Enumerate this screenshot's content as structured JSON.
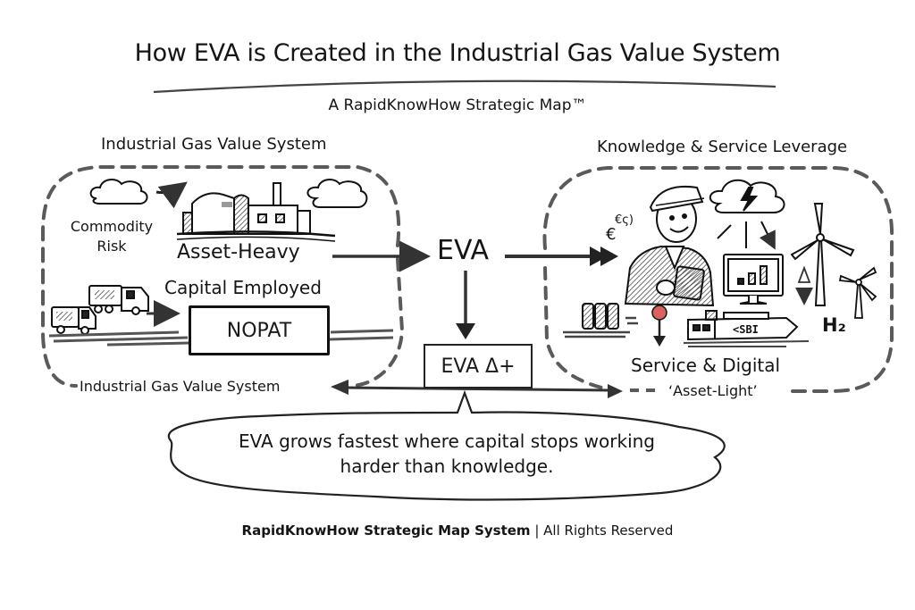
{
  "header": {
    "title": "How EVA is Created in the Industrial Gas Value System",
    "subtitle": "A RapidKnowHow Strategic Map™"
  },
  "left_zone": {
    "title": "Industrial Gas Value System",
    "commodity_risk": "Commodity Risk",
    "asset_heavy": "Asset-Heavy",
    "capital_employed": "Capital Employed",
    "nopat": "NOPAT",
    "bottom_label": "Industrial Gas Value System"
  },
  "center": {
    "eva": "EVA",
    "eva_delta": "EVA Δ+"
  },
  "right_zone": {
    "title": "Knowledge & Service Leverage",
    "service_digital": "Service & Digital",
    "asset_light": "‘Asset-Light’",
    "h2": "H₂",
    "euro_symbol": "€",
    "machine_label": "<SBI"
  },
  "callout": {
    "quote": "EVA grows fastest where capital stops working harder than knowledge."
  },
  "footer": {
    "brand": "RapidKnowHow Strategic Map System",
    "rights": "| All Rights Reserved"
  },
  "colors": {
    "ink": "#151515",
    "dashed_outline": "#555555",
    "red_marker": "#d9625e"
  }
}
